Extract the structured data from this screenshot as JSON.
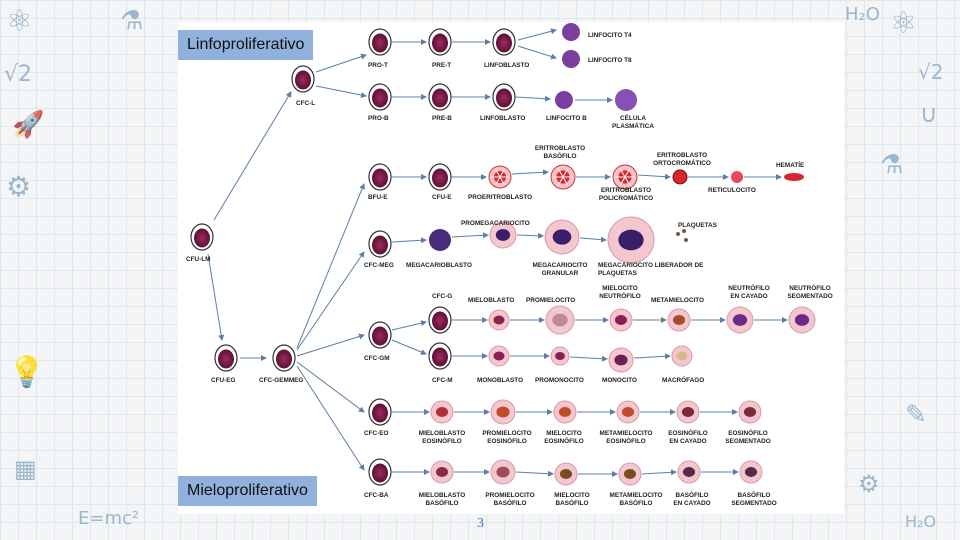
{
  "slide": {
    "tag_top": "Linfoproliferativo",
    "tag_bottom": "Mieloproliferativo",
    "page_number": "3"
  },
  "labels": {
    "cfu_lm": "CFU-LM",
    "cfc_l": "CFC-L",
    "cfu_eg": "CFU-EG",
    "cfc_gemmeg": "CFC-GEMMEG",
    "pro_t": "PRO-T",
    "pre_t": "PRE-T",
    "linfoblasto_t": "LINFOBLASTO",
    "linfocito_t4": "LINFOCITO T4",
    "linfocito_t8": "LINFOCITO T8",
    "pro_b": "PRO-B",
    "pre_b": "PRE-B",
    "linfoblasto_b": "LINFOBLASTO",
    "linfocito_b": "LINFOCITO B",
    "celula_plasmatica": "CÉLULA\nPLASMÁTICA",
    "bfu_e": "BFU-E",
    "cfu_e": "CFU-E",
    "proeritroblasto": "PROERITROBLASTO",
    "eritroblasto_basofilo": "ERITROBLASTO\nBASÓFILO",
    "eritroblasto_policromatico": "ERITROBLASTO\nPOLICROMÁTICO",
    "eritroblasto_ortocromatico": "ERITROBLASTO\nORTOCROMÁTICO",
    "reticulocito": "RETICULOCITO",
    "hematie": "HEMATÍE",
    "cfc_meg": "CFC-MEG",
    "megacarioblasto": "MEGACARIOBLASTO",
    "promegacariocito": "PROMEGACARIOCITO",
    "megacariocito_granular": "MEGACARIOCITO\nGRANULAR",
    "megacariocito_liberador": "MEGACARIOCITO LIBERADOR DE\nPLAQUETAS",
    "plaquetas": "PLAQUETAS",
    "cfc_gm": "CFC-GM",
    "cfc_g": "CFC-G",
    "mieloblasto": "MIELOBLASTO",
    "promielocito": "PROMIELOCITO",
    "mielocito_neutrofilo": "MIELOCITO\nNEUTRÓFILO",
    "metamielocito": "METAMIELOCITO",
    "neutrofilo_cayado": "NEUTRÓFILO\nEN CAYADO",
    "neutrofilo_segmentado": "NEUTRÓFILO\nSEGMENTADO",
    "cfc_m": "CFC-M",
    "monoblasto": "MONOBLASTO",
    "promonocito": "PROMONOCITO",
    "monocito": "MONOCITO",
    "macrofago": "MACRÓFAGO",
    "cfc_eo": "CFC-EO",
    "mieloblasto_eo": "MIELOBLASTO\nEOSINÓFILO",
    "promielocito_eo": "PROMIELOCITO\nEOSINÓFILO",
    "mielocito_eo": "MIELOCITO\nEOSINÓFILO",
    "metamielocito_eo": "METAMIELOCITO\nEOSINÓFILO",
    "eosinofilo_cayado": "EOSINÓFILO\nEN CAYADO",
    "eosinofilo_segmentado": "EOSINÓFILO\nSEGMENTADO",
    "cfc_ba": "CFC-BA",
    "mieloblasto_ba": "MIELOBLASTO\nBASÓFILO",
    "promielocito_ba": "PROMIELOCITO\nBASÓFILO",
    "mielocito_ba": "MIELOCITO\nBASÓFILO",
    "metamielocito_ba": "METAMIELOCITO\nBASÓFILO",
    "basofilo_cayado": "BASÓFILO\nEN CAYADO",
    "basofilo_segmentado": "BASÓFILO\nSEGMENTADO"
  },
  "colors": {
    "arrow": "#5b7fa8",
    "stem_nucleus": "#7a1f4a",
    "lymph_nucleus": "#7b3fa0",
    "red_cell": "#d8262f",
    "pink_cytoplasm": "#f4c7cf",
    "tag_box": "#8fb1dc",
    "page_number": "#4472c4"
  }
}
